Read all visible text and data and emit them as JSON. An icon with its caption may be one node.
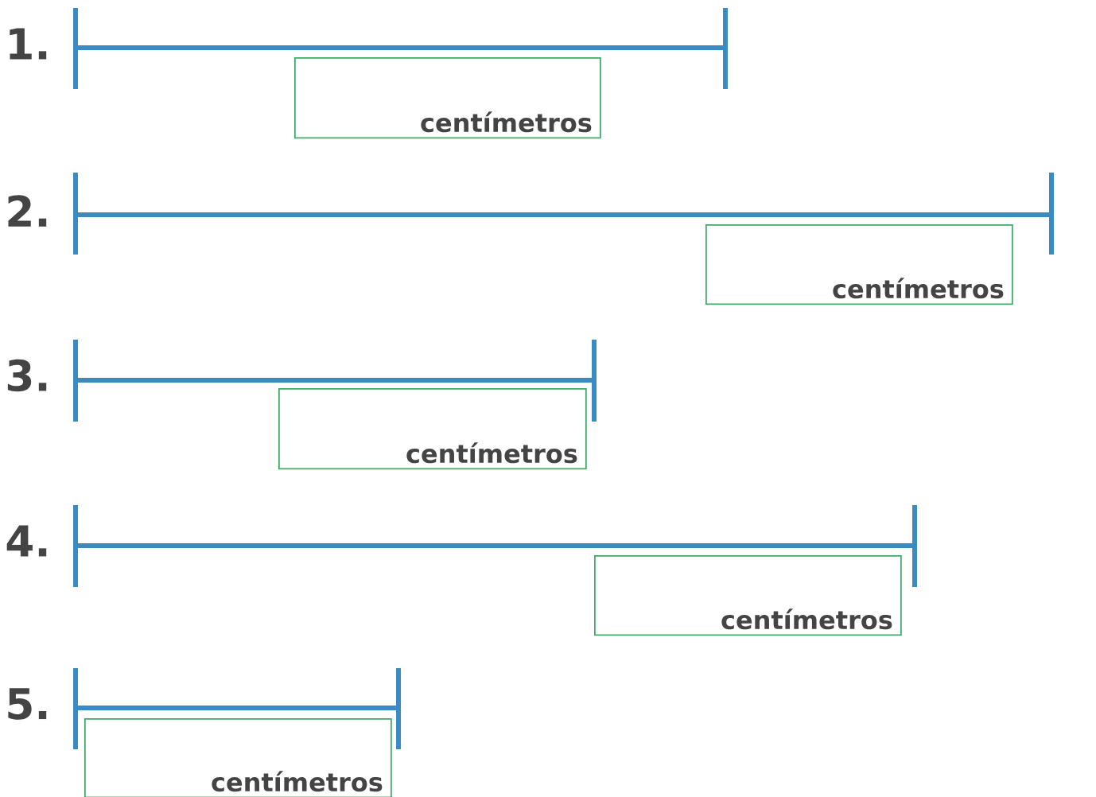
{
  "diagram": {
    "nodes": [
      {
        "text": [
          "centímetros"
        ]
      },
      {
        "text": [
          "centímetros"
        ]
      },
      {
        "text": [
          "centímetros"
        ]
      },
      {
        "text": [
          "centímetros"
        ]
      },
      {
        "text": [
          "centímetros"
        ]
      }
    ],
    "labels": [
      "1.",
      "2.",
      "3.",
      "4.",
      "5."
    ]
  }
}
